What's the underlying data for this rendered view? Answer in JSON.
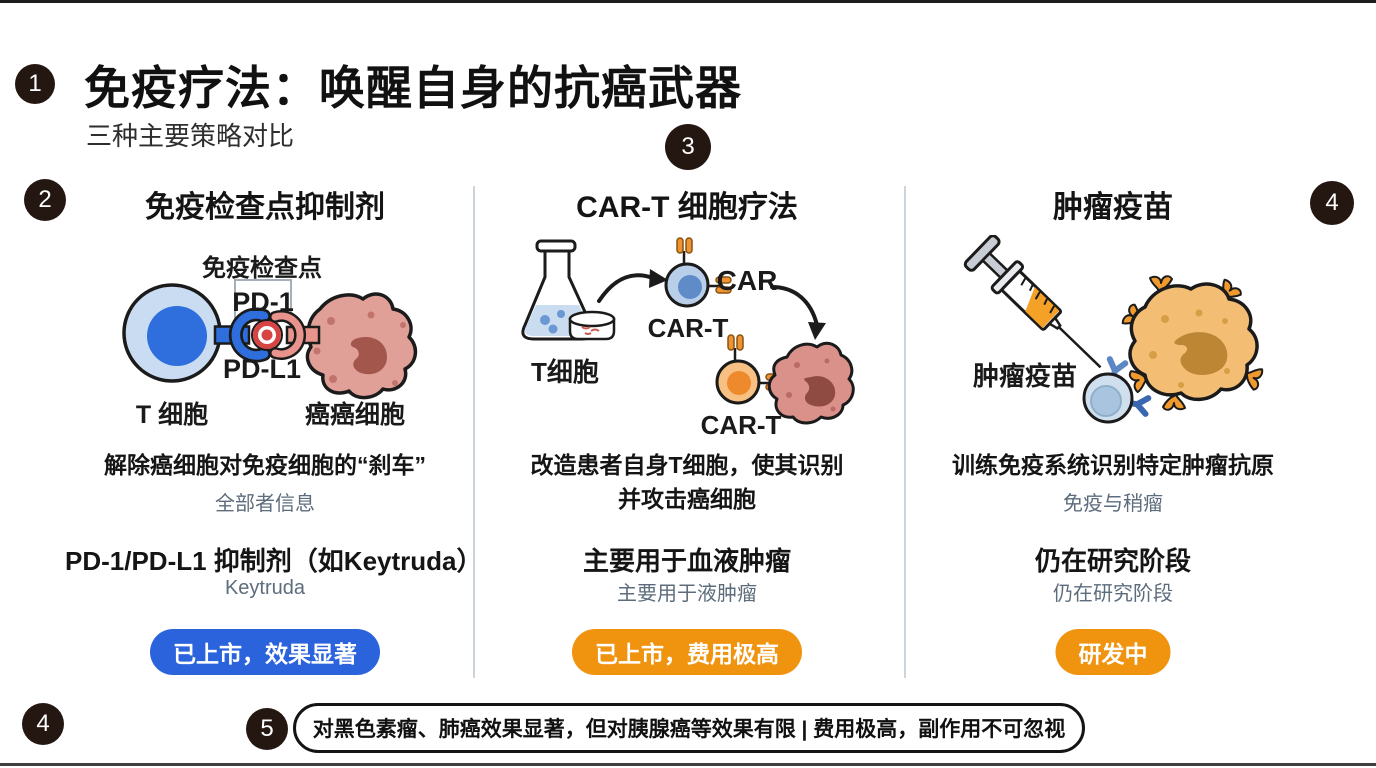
{
  "header": {
    "title": "免疫疗法：唤醒自身的抗癌武器",
    "subtitle": "三种主要策略对比"
  },
  "markers": [
    {
      "label": "1"
    },
    {
      "label": "2"
    },
    {
      "label": "3"
    },
    {
      "label": "4"
    },
    {
      "label": "4"
    },
    {
      "label": "5"
    }
  ],
  "colors": {
    "accent_blue": "#2b63dd",
    "accent_orange": "#f0930f",
    "marker_bg": "#241712"
  },
  "columns": [
    {
      "title": "免疫检查点抑制剂",
      "diagram": {
        "checkpoint": "免疫检查点",
        "pd1": "PD-1",
        "pdl1": "PD-L1",
        "t_cell": "T 细胞",
        "cancer_cell": "癌癌细胞"
      },
      "desc": "解除癌细胞对免疫细胞的“刹车”",
      "desc2": "",
      "desc_sub": "全部者信息",
      "detail": "PD-1/PD-L1 抑制剂（如Keytruda）",
      "detail_sub": "Keytruda",
      "badge": {
        "label": "已上市，效果显著",
        "color": "#2b63dd"
      }
    },
    {
      "title": "CAR-T 细胞疗法",
      "diagram": {
        "flask": "T细胞",
        "car": "CAR",
        "cart1": "CAR-T",
        "cart2": "CAR-T"
      },
      "desc": "改造患者自身T细胞，使其识别",
      "desc2": "并攻击癌细胞",
      "desc_sub": "",
      "detail": "主要用于血液肿瘤",
      "detail_sub": "主要用于液肿瘤",
      "badge": {
        "label": "已上市，费用极高",
        "color": "#f0930f"
      }
    },
    {
      "title": "肿瘤疫苗",
      "diagram": {
        "vaccine": "肿瘤疫苗"
      },
      "desc": "训练免疫系统识别特定肿瘤抗原",
      "desc2": "",
      "desc_sub": "免疫与稍瘤",
      "detail": "仍在研究阶段",
      "detail_sub": "仍在研究阶段",
      "badge": {
        "label": "研发中",
        "color": "#f0930f"
      }
    }
  ],
  "footer": {
    "note": "对黑色素瘤、肺癌效果显著，但对胰腺癌等效果有限 | 费用极高，副作用不可忽视"
  }
}
